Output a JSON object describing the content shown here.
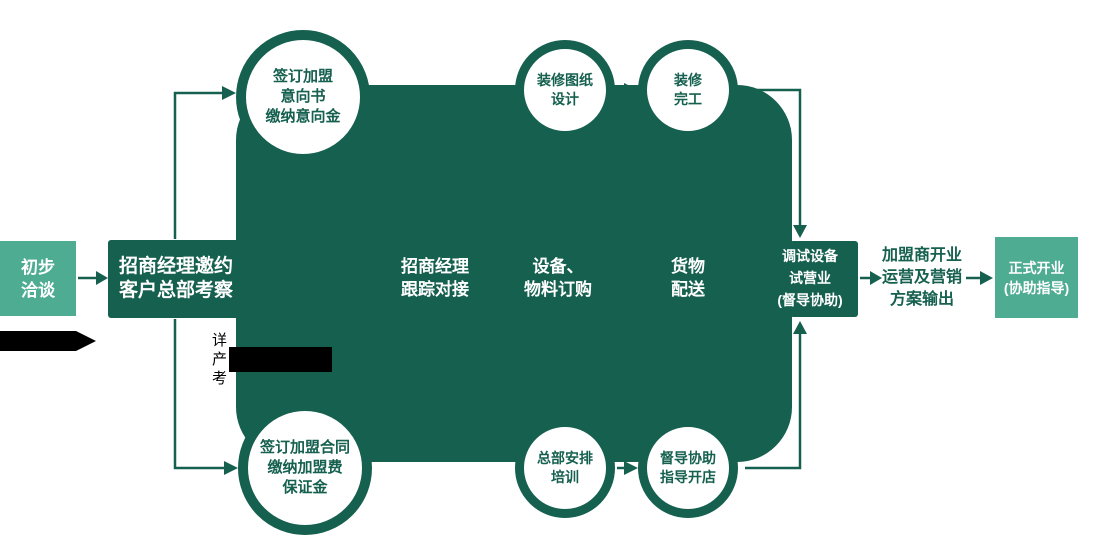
{
  "colors": {
    "teal": "#4EAC92",
    "dark_teal": "#16604F",
    "text_white": "#FFFFFF",
    "artifact_black": "#000000"
  },
  "nodes": {
    "start": {
      "lines": [
        "初步",
        "洽谈"
      ]
    },
    "invite": {
      "lines": [
        "招商经理邀约",
        "客户总部考察"
      ]
    },
    "intent": {
      "lines": [
        "签订加盟",
        "意向书",
        "缴纳意向金"
      ]
    },
    "contract": {
      "lines": [
        "签订加盟合同",
        "缴纳加盟费",
        "保证金"
      ]
    },
    "follow": {
      "lines": [
        "招商经理",
        "跟踪对接"
      ]
    },
    "design": {
      "lines": [
        "装修图纸",
        "设计"
      ]
    },
    "complete": {
      "lines": [
        "装修",
        "完工"
      ]
    },
    "equipment": {
      "lines": [
        "设备、",
        "物料订购"
      ]
    },
    "training": {
      "lines": [
        "总部安排",
        "培训"
      ]
    },
    "delivery": {
      "lines": [
        "货物",
        "配送"
      ]
    },
    "supervise": {
      "lines": [
        "督导协助",
        "指导开店"
      ]
    },
    "trial": {
      "lines": [
        "调试设备",
        "试营业",
        "(督导协助)"
      ]
    },
    "output": {
      "lines": [
        "加盟商开业",
        "运营及营销",
        "方案输出"
      ]
    },
    "opening": {
      "lines": [
        "正式开业",
        "(协助指导)"
      ]
    }
  },
  "artifacts": {
    "fragments": [
      "详",
      "产",
      "考"
    ]
  }
}
